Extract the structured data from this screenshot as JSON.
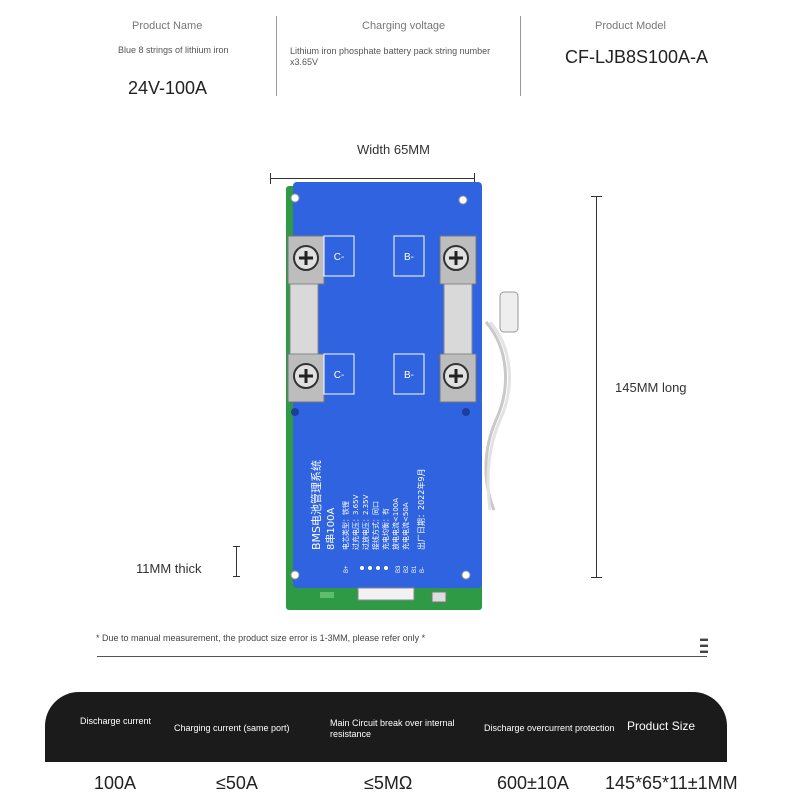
{
  "product_name": {
    "heading": "Product Name",
    "description": "Blue 8 strings of lithium iron",
    "value": "24V-100A"
  },
  "charging_voltage": {
    "heading": "Charging voltage",
    "description": "Lithium iron phosphate battery pack string number x3.65V"
  },
  "product_model": {
    "heading": "Product Model",
    "value": "CF-LJB8S100A-A"
  },
  "dimensions": {
    "width": "Width 65MM",
    "length": "145MM long",
    "thickness": "11MM thick"
  },
  "board": {
    "color": "#2f63e0",
    "pcb_color": "#2e9a45",
    "pad_labels": [
      "C-",
      "B-",
      "C-",
      "B-"
    ],
    "title": "BMS电池管理系统",
    "subtitle": "8串100A",
    "spec_lines": [
      "电芯类型：铁锂",
      "过充电压：3.65V",
      "过放电压：2.35V",
      "接线方式：同口",
      "充电均衡：有",
      "放电电流<100A",
      "充电电流<50A"
    ],
    "date": "出厂日期：2022年9月",
    "connector_pins": [
      "B+",
      "B3",
      "B2",
      "B1",
      "B-"
    ]
  },
  "note": "* Due to manual measurement, the product size error is 1-3MM, please refer only *",
  "spec_table": {
    "headers": [
      "Discharge current",
      "Charging current (same port)",
      "Main Circuit break over internal resistance",
      "Discharge overcurrent protection",
      "Product Size"
    ],
    "values": [
      "100A",
      "≤50A",
      "≤5MΩ",
      "600±10A",
      "145*65*11±1MM"
    ]
  }
}
